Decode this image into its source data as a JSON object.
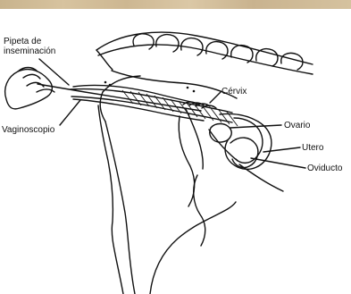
{
  "labels": {
    "pipette": "Pipeta de inseminación",
    "cervix": "Cérvix",
    "vaginoscope": "Vaginoscopio",
    "ovary": "Ovario",
    "uterus": "Utero",
    "oviduct": "Oviducto"
  },
  "colors": {
    "ink": "#111111",
    "paper": "#ffffff",
    "texture": "#cfb993"
  }
}
